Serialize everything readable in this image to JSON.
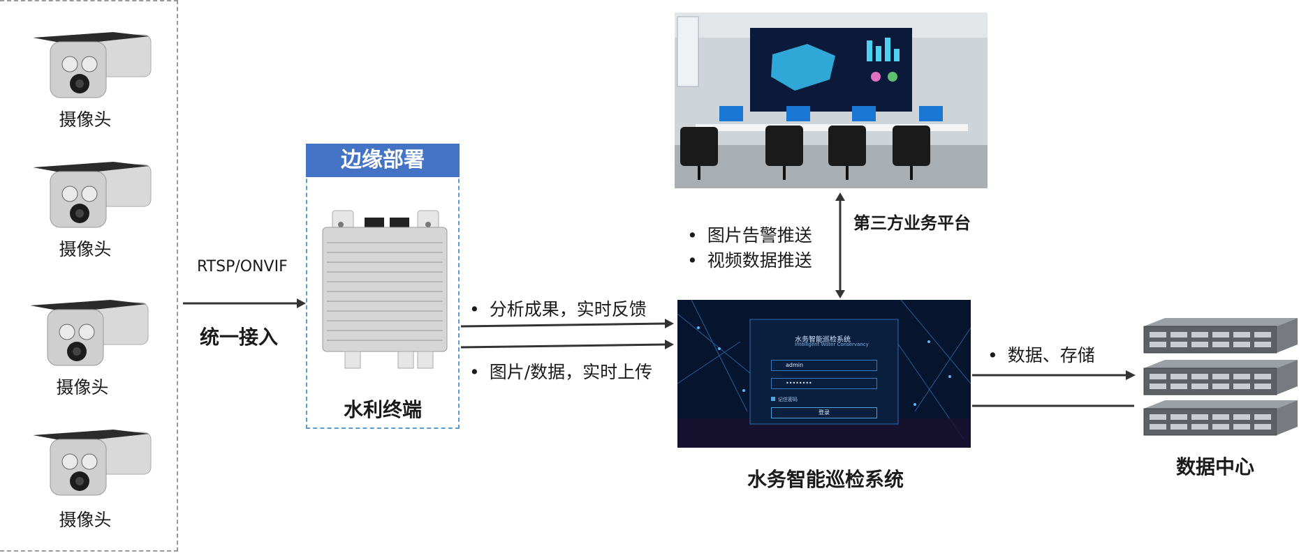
{
  "cameras": [
    {
      "label": "摄像头"
    },
    {
      "label": "摄像头"
    },
    {
      "label": "摄像头"
    },
    {
      "label": "摄像头"
    }
  ],
  "link_camera_edge": {
    "protocol": "RTSP/ONVIF",
    "caption": "统一接入"
  },
  "edge": {
    "header": "边缘部署",
    "terminal_label": "水利终端"
  },
  "link_edge_system": {
    "upper": "分析成果，实时反馈",
    "lower": "图片/数据，实时上传"
  },
  "third_party": {
    "label": "第三方业务平台",
    "bullets": [
      "图片告警推送",
      "视频数据推送"
    ]
  },
  "system": {
    "label": "水务智能巡检系统",
    "screen_title": "水务智能巡检系统",
    "screen_subtitle": "Intelligent Water Conservancy",
    "username": "admin",
    "password_mask": "••••••••",
    "remember": "记住密码",
    "login_button": "登录"
  },
  "link_system_datacenter": {
    "bullet": "数据、存储"
  },
  "datacenter": {
    "label": "数据中心"
  },
  "colors": {
    "accent_blue": "#4472c4",
    "dashed_blue": "#5a9bd5",
    "arrow": "#333333"
  }
}
